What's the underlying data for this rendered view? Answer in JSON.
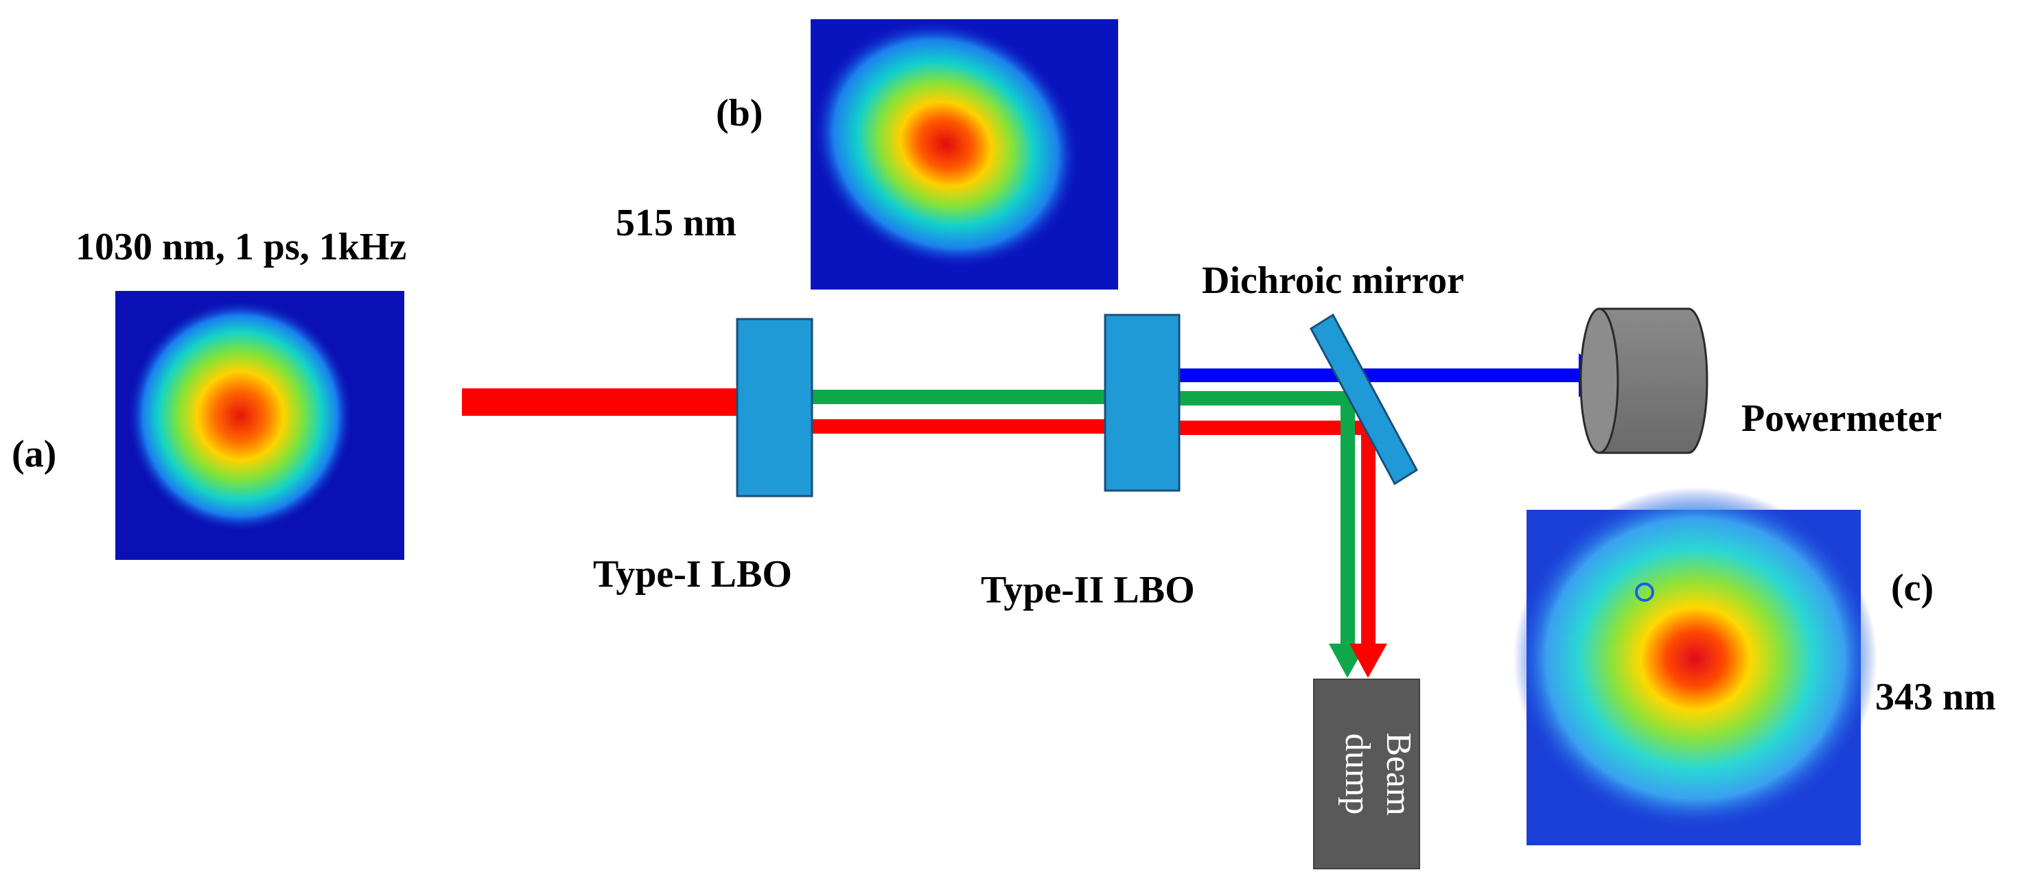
{
  "beam_profiles": {
    "a": {
      "tag": "(a)",
      "caption": "1030 nm, 1 ps, 1kHz"
    },
    "b": {
      "tag": "(b)",
      "caption": "515 nm"
    },
    "c": {
      "tag": "(c)",
      "caption": "343 nm"
    }
  },
  "components": {
    "type1_lbo": "Type-I LBO",
    "type2_lbo": "Type-II LBO",
    "dichroic_mirror": "Dichroic mirror",
    "powermeter": "Powermeter",
    "beam_dump_line1": "Beam",
    "beam_dump_line2": "dump"
  },
  "colors": {
    "fundamental_1030nm": "#ff0000",
    "second_harmonic_515nm": "#0ea84a",
    "third_harmonic_343nm": "#0000ff",
    "crystal_fill": "#1f9ad6",
    "beam_dump_fill": "#595959",
    "powermeter_fill": "#808080",
    "profile_background": "#0a10b4"
  }
}
